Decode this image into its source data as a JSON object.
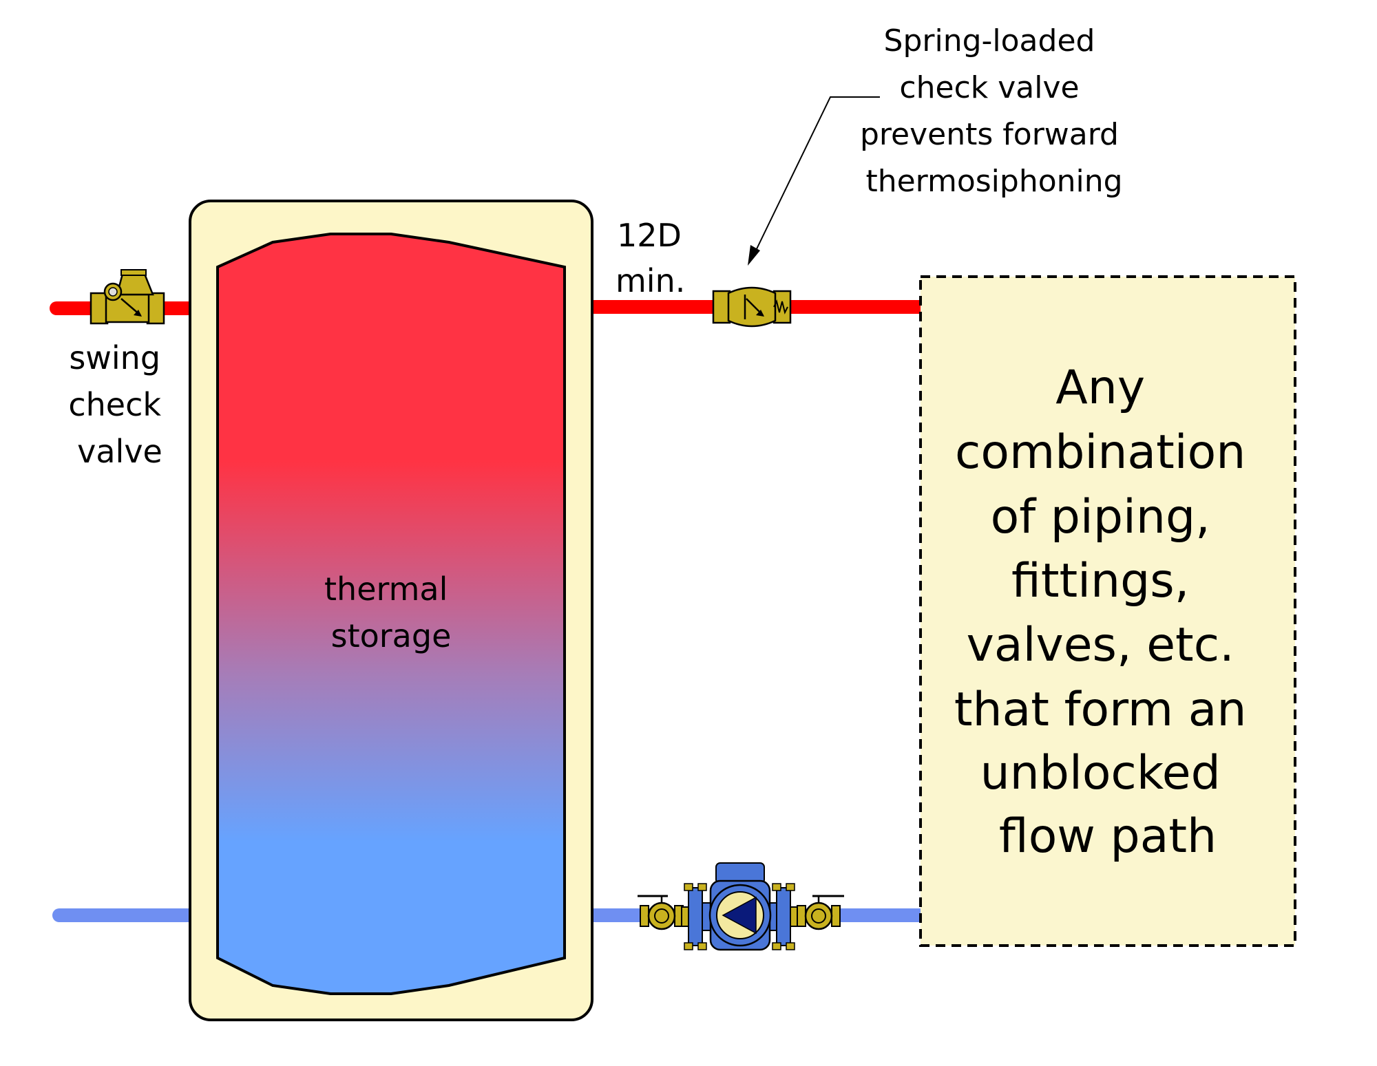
{
  "labels": {
    "swing_check": [
      "swing",
      "check",
      "valve"
    ],
    "spring_check": [
      "Spring-loaded",
      "check valve",
      "prevents forward",
      "thermosiphoning"
    ],
    "min_distance": [
      "12D",
      "min."
    ],
    "tank": [
      "thermal",
      "storage"
    ],
    "flow_path_box": [
      "Any",
      "combination",
      "of piping,",
      "fittings,",
      "valves, etc.",
      "that form an",
      "unblocked",
      "flow path"
    ]
  },
  "colors": {
    "hot_pipe": "#ff0000",
    "cold_pipe": "#6f8ff2",
    "tank_jacket": "#fdf6c8",
    "tank_hot": "#ff3344",
    "tank_mid": "#a67db8",
    "tank_cold": "#66a3ff",
    "valve_brass": "#c9b21f",
    "pump_blue": "#4a76d8",
    "box_fill": "#fbf6cf"
  }
}
